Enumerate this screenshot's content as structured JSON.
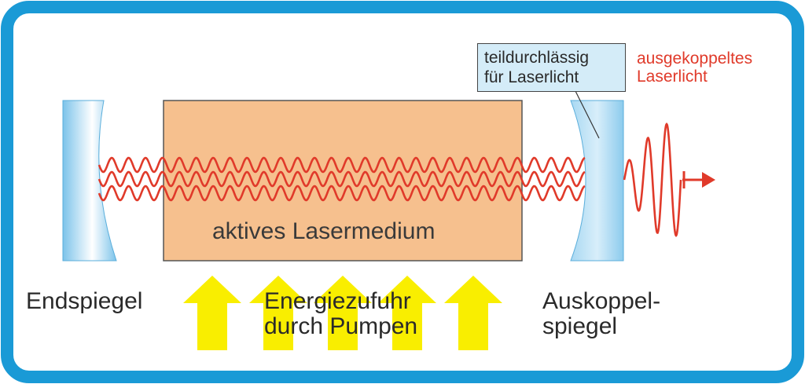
{
  "diagram": {
    "medium_label": "aktives Lasermedium",
    "end_mirror_label": "Endspiegel",
    "pump_label_line1": "Energiezufuhr",
    "pump_label_line2": "durch Pumpen",
    "output_mirror_label_line1": "Auskoppel-",
    "output_mirror_label_line2": "spiegel",
    "callout_line1": "teildurchlässig",
    "callout_line2": "für Laserlicht",
    "output_label_line1": "ausgekoppeltes",
    "output_label_line2": "Laserlicht"
  },
  "colors": {
    "frame": "#1a9ad6",
    "medium_fill": "#f6c08e",
    "laser": "#e03a2a",
    "pump_arrow": "#f9ee00",
    "mirror": "#9fd2ee",
    "callout_fill": "#d4ecf8"
  },
  "pump_arrow_count": 5,
  "beam_count": 3
}
